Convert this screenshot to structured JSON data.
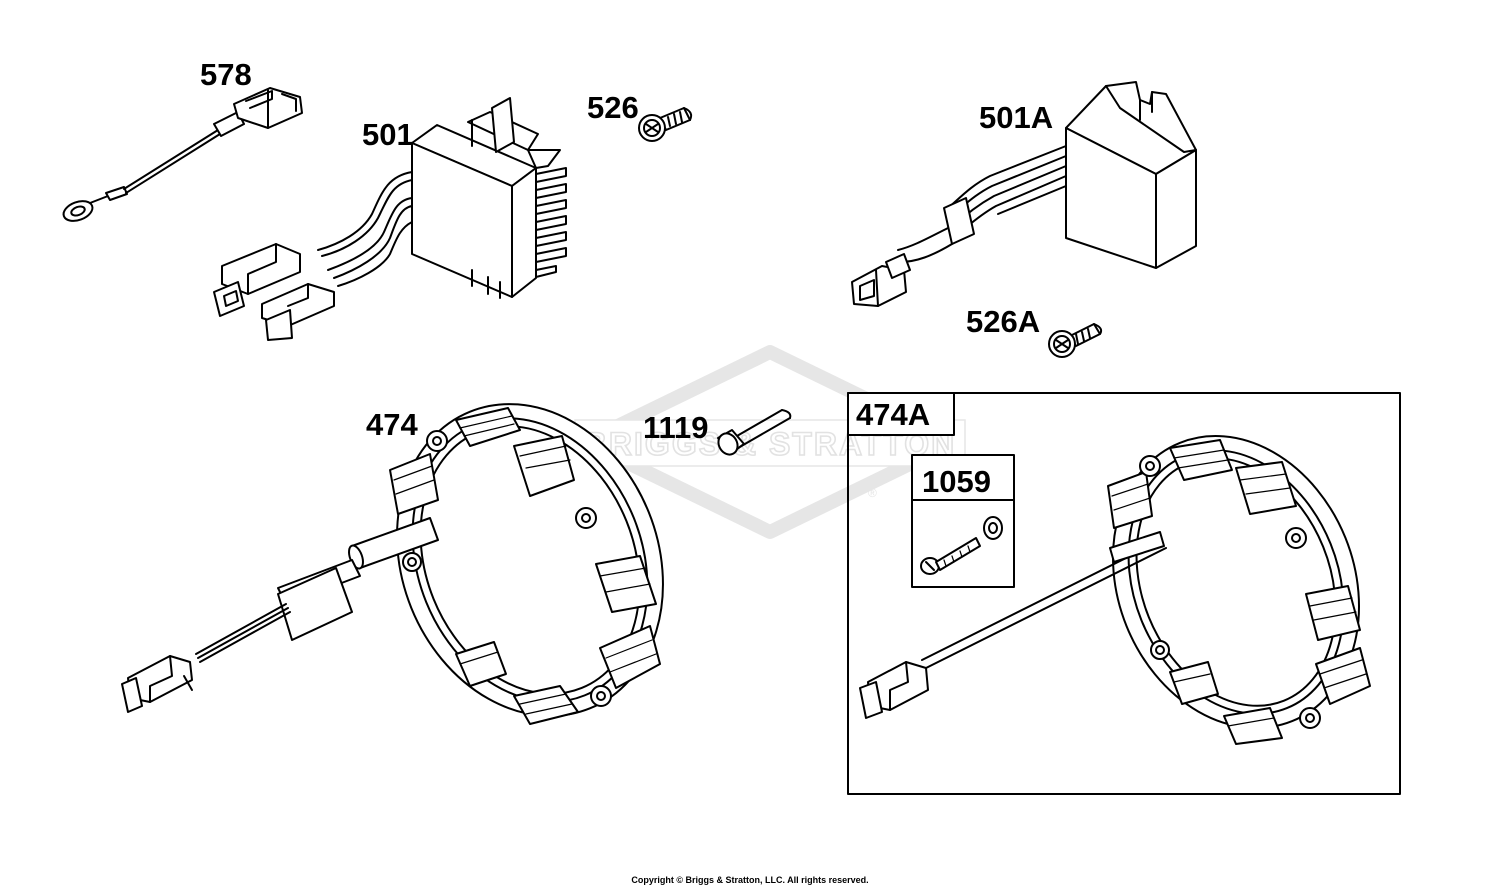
{
  "watermark": {
    "brand": "BRIGGS & STRATTON"
  },
  "callouts": {
    "p578": "578",
    "p501": "501",
    "p526": "526",
    "p501a": "501A",
    "p526a": "526A",
    "p474": "474",
    "p1119": "1119",
    "p474a": "474A",
    "p1059": "1059"
  },
  "footer": {
    "copyright": "Copyright © Briggs & Stratton, LLC. All rights reserved."
  },
  "colors": {
    "line": "#000000",
    "background": "#ffffff",
    "watermark": "#e2e2e2"
  }
}
